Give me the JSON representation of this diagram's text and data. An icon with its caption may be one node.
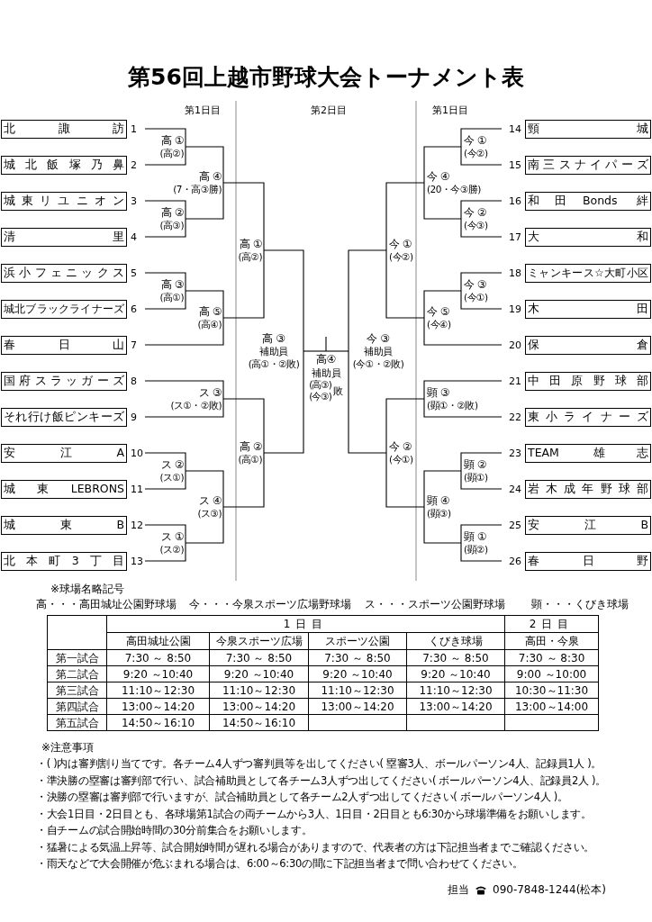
{
  "diagram": {
    "title": "第56回上越市野球大会トーナメント表",
    "nodes": [
      {
        "text": [
          "北諏訪"
        ],
        "beside": [
          "1"
        ]
      },
      {
        "text": [
          "城北飯塚乃鼻"
        ],
        "beside": [
          "2"
        ]
      },
      {
        "text": [
          "城東リユニオン"
        ],
        "beside": [
          "3"
        ]
      },
      {
        "text": [
          "清里"
        ],
        "beside": [
          "4"
        ]
      },
      {
        "text": [
          "浜小フェニックス"
        ],
        "beside": [
          "5"
        ]
      },
      {
        "text": [
          "城北ブラックライナーズ"
        ],
        "beside": [
          "6"
        ]
      },
      {
        "text": [
          "春日山"
        ],
        "beside": [
          "7"
        ]
      },
      {
        "text": [
          "国府スラッガーズ"
        ],
        "beside": [
          "8"
        ]
      },
      {
        "text": [
          "それ行け飯ピンキーズ"
        ],
        "beside": [
          "9"
        ]
      },
      {
        "text": [
          "安江A"
        ],
        "beside": [
          "10"
        ]
      },
      {
        "text": [
          "城東LEBRONS"
        ],
        "beside": [
          "11"
        ]
      },
      {
        "text": [
          "城東B"
        ],
        "beside": [
          "12"
        ]
      },
      {
        "text": [
          "北本町3丁目"
        ],
        "beside": [
          "13"
        ]
      },
      {
        "text": [
          "頸城"
        ],
        "beside": [
          "14"
        ]
      },
      {
        "text": [
          "南三スナイパーズ"
        ],
        "beside": [
          "15"
        ]
      },
      {
        "text": [
          "和田Bonds 絆"
        ],
        "beside": [
          "16"
        ]
      },
      {
        "text": [
          "大和"
        ],
        "beside": [
          "17"
        ]
      },
      {
        "text": [
          "ミャンキース☆大町小区"
        ],
        "beside": [
          "18"
        ]
      },
      {
        "text": [
          "木田"
        ],
        "beside": [
          "19"
        ]
      },
      {
        "text": [
          "保倉"
        ],
        "beside": [
          "20"
        ]
      },
      {
        "text": [
          "中田原野球部"
        ],
        "beside": [
          "21"
        ]
      },
      {
        "text": [
          "東小ライナーズ"
        ],
        "beside": [
          "22"
        ]
      },
      {
        "text": [
          "TEAM 雄志"
        ],
        "beside": [
          "23"
        ]
      },
      {
        "text": [
          "岩木成年野球部"
        ],
        "beside": [
          "24"
        ]
      },
      {
        "text": [
          "安江B"
        ],
        "beside": [
          "25"
        ]
      },
      {
        "text": [
          "春日野"
        ],
        "beside": [
          "26"
        ]
      },
      {
        "text": [
          "高 ①",
          "(高②)"
        ]
      },
      {
        "text": [
          "高 ②",
          "(高③)"
        ]
      },
      {
        "text": [
          "高 ③",
          "(高①)"
        ]
      },
      {
        "text": [
          "高 ④",
          "(7・高③勝)"
        ]
      },
      {
        "text": [
          "高 ⑤",
          "(高④)"
        ]
      },
      {
        "text": [
          "ス ③",
          "(ス①・②敗)"
        ]
      },
      {
        "text": [
          "ス ②",
          "(ス①)"
        ]
      },
      {
        "text": [
          "ス ①",
          "(ス②)"
        ]
      },
      {
        "text": [
          "ス ④",
          "(ス③)"
        ]
      },
      {
        "text": [
          "高 ①",
          "(高②)"
        ]
      },
      {
        "text": [
          "高 ②",
          "(高①)"
        ]
      },
      {
        "text": [
          "高 ③",
          "補助員",
          "(高①・②敗)"
        ]
      },
      {
        "text": [
          "今 ①",
          "(今②)"
        ]
      },
      {
        "text": [
          "今 ②",
          "(今③)"
        ]
      },
      {
        "text": [
          "今 ③",
          "(今①)"
        ]
      },
      {
        "text": [
          "今 ④",
          "(20・今③勝)"
        ]
      },
      {
        "text": [
          "今 ⑤",
          "(今④)"
        ]
      },
      {
        "text": [
          "顕 ③",
          "(顕①・②敗)"
        ]
      },
      {
        "text": [
          "顕 ②",
          "(顕①)"
        ]
      },
      {
        "text": [
          "顕 ①",
          "(顕②)"
        ]
      },
      {
        "text": [
          "顕 ④",
          "(顕③)"
        ]
      },
      {
        "text": [
          "今 ①",
          "(今②)"
        ]
      },
      {
        "text": [
          "今 ②",
          "(今①)"
        ]
      },
      {
        "text": [
          "今 ③",
          "補助員",
          "(今①・②敗)"
        ]
      },
      {
        "text": [
          "高④",
          "補助員",
          "(高③)",
          "(今③)",
          "敗"
        ]
      }
    ],
    "edges": [
      {
        "from": 0,
        "to": 26,
        "arrow": "none"
      },
      {
        "from": 1,
        "to": 26,
        "arrow": "none"
      },
      {
        "from": 2,
        "to": 27,
        "arrow": "none"
      },
      {
        "from": 3,
        "to": 27,
        "arrow": "none"
      },
      {
        "from": 4,
        "to": 28,
        "arrow": "none"
      },
      {
        "from": 5,
        "to": 28,
        "arrow": "none"
      },
      {
        "from": 26,
        "to": 29,
        "arrow": "none"
      },
      {
        "from": 27,
        "to": 29,
        "arrow": "none"
      },
      {
        "from": 28,
        "to": 30,
        "arrow": "none"
      },
      {
        "from": 6,
        "to": 30,
        "arrow": "none"
      },
      {
        "from": 7,
        "to": 31,
        "arrow": "none"
      },
      {
        "from": 8,
        "to": 31,
        "arrow": "none"
      },
      {
        "from": 9,
        "to": 32,
        "arrow": "none"
      },
      {
        "from": 10,
        "to": 32,
        "arrow": "none"
      },
      {
        "from": 11,
        "to": 33,
        "arrow": "none"
      },
      {
        "from": 12,
        "to": 33,
        "arrow": "none"
      },
      {
        "from": 32,
        "to": 34,
        "arrow": "none"
      },
      {
        "from": 33,
        "to": 34,
        "arrow": "none"
      },
      {
        "from": 29,
        "to": 35,
        "arrow": "none"
      },
      {
        "from": 30,
        "to": 35,
        "arrow": "none"
      },
      {
        "from": 31,
        "to": 36,
        "arrow": "none"
      },
      {
        "from": 34,
        "to": 36,
        "arrow": "none"
      },
      {
        "from": 35,
        "to": 37,
        "arrow": "none"
      },
      {
        "from": 36,
        "to": 37,
        "arrow": "none"
      },
      {
        "from": 13,
        "to": 38,
        "arrow": "none"
      },
      {
        "from": 14,
        "to": 38,
        "arrow": "none"
      },
      {
        "from": 15,
        "to": 39,
        "arrow": "none"
      },
      {
        "from": 16,
        "to": 39,
        "arrow": "none"
      },
      {
        "from": 17,
        "to": 40,
        "arrow": "none"
      },
      {
        "from": 18,
        "to": 40,
        "arrow": "none"
      },
      {
        "from": 38,
        "to": 41,
        "arrow": "none"
      },
      {
        "from": 39,
        "to": 41,
        "arrow": "none"
      },
      {
        "from": 40,
        "to": 42,
        "arrow": "none"
      },
      {
        "from": 19,
        "to": 42,
        "arrow": "none"
      },
      {
        "from": 20,
        "to": 43,
        "arrow": "none"
      },
      {
        "from": 21,
        "to": 43,
        "arrow": "none"
      },
      {
        "from": 22,
        "to": 44,
        "arrow": "none"
      },
      {
        "from": 23,
        "to": 44,
        "arrow": "none"
      },
      {
        "from": 24,
        "to": 45,
        "arrow": "none"
      },
      {
        "from": 25,
        "to": 45,
        "arrow": "none"
      },
      {
        "from": 44,
        "to": 46,
        "arrow": "none"
      },
      {
        "from": 45,
        "to": 46,
        "arrow": "none"
      },
      {
        "from": 41,
        "to": 47,
        "arrow": "none"
      },
      {
        "from": 42,
        "to": 47,
        "arrow": "none"
      },
      {
        "from": 43,
        "to": 48,
        "arrow": "none"
      },
      {
        "from": 46,
        "to": 48,
        "arrow": "none"
      },
      {
        "from": 47,
        "to": 49,
        "arrow": "none"
      },
      {
        "from": 48,
        "to": 49,
        "arrow": "none"
      },
      {
        "from": 37,
        "to": 50,
        "arrow": "none"
      },
      {
        "from": 49,
        "to": 50,
        "arrow": "none"
      },
      {
        "from": 50,
        "to": null,
        "arrow": "none"
      }
    ],
    "labels": [
      "第1日目",
      "第2日目",
      "第1日目",
      "※球場名略記号",
      "高・・・高田城址公園野球場",
      "今・・・今泉スポーツ広場野球場",
      "ス・・・スポーツ公園野球場",
      "顕・・・くびき球場",
      "1日目",
      "2日目",
      "高田城址公園",
      "今泉スポーツ広場",
      "スポーツ公園",
      "くびき球場",
      "高田・今泉",
      "第一試合",
      "7:30 ～ 8:50",
      "7:30 ～ 8:50",
      "7:30 ～ 8:50",
      "7:30 ～ 8:50",
      "7:30 ～ 8:30",
      "第二試合",
      "9:20 ～10:40",
      "9:20 ～10:40",
      "9:20 ～10:40",
      "9:20 ～10:40",
      "9:00 ～10:00",
      "第三試合",
      "11:10～12:30",
      "11:10～12:30",
      "11:10～12:30",
      "11:10～12:30",
      "10:30～11:30",
      "第四試合",
      "13:00～14:20",
      "13:00～14:20",
      "13:00～14:20",
      "13:00～14:20",
      "13:00～14:00",
      "第五試合",
      "14:50～16:10",
      "14:50～16:10",
      "※注意事項",
      "・( )内は審判割り当てです。各チーム4人ずつ審判員等を出してください( 塁審3人、ボールパーソン4人、記録員1人 )。",
      "・準決勝の塁審は審判部で行い、試合補助員として各チーム3人ずつ出してください( ボールパーソン4人、記録員2人 )。",
      "・決勝の塁審は審判部で行いますが、試合補助員として各チーム2人ずつ出してください( ボールパーソン4人 )。",
      "・大会1日目・2日目とも、各球場第1試合の両チームから3人、1日目・2日目とも6:30から球場準備をお願いします。",
      "・自チームの試合開始時間の30分前集合をお願いします。",
      "・猛暑による気温上昇等、試合開始時間が遅れる場合がありますので、代表者の方は下記担当者までご確認ください。",
      "・雨天などで大会開催が危ぶまれる場合は、6:00～6:30の間に下記担当者まで問い合わせてください。",
      "担当",
      "090-7848-1244(松本)"
    ]
  }
}
